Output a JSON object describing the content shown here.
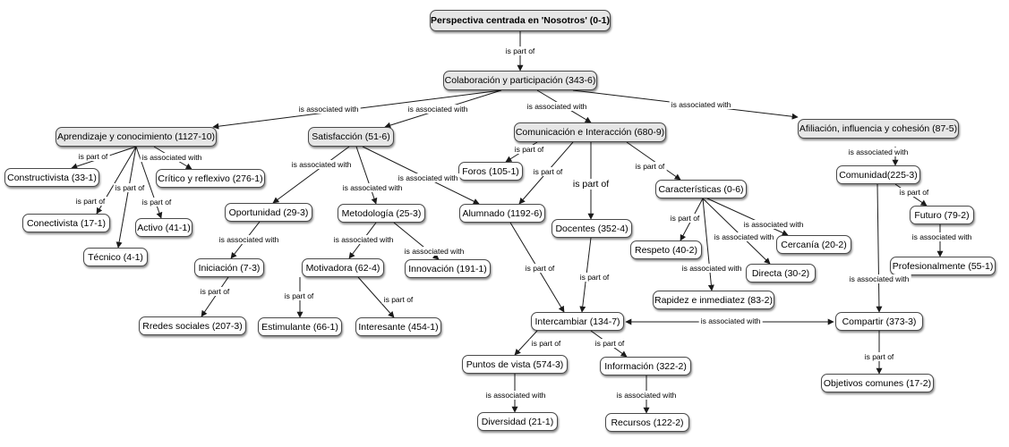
{
  "concepts": {
    "n0": {
      "label": "Perspectiva centrada en 'Nosotros' (0-1)"
    },
    "n1": {
      "label": "Colaboración y participación (343-6)"
    },
    "n2": {
      "label": "Aprendizaje y conocimiento (1127-10)"
    },
    "n3": {
      "label": "Satisfacción (51-6)"
    },
    "n4": {
      "label": "Comunicación e Interacción (680-9)"
    },
    "n5": {
      "label": "Afiliación, influencia y cohesión (87-5)"
    },
    "n6": {
      "label": "Constructivista (33-1)"
    },
    "n7": {
      "label": "Crítico y reflexivo (276-1)"
    },
    "n8": {
      "label": "Conectivista (17-1)"
    },
    "n9": {
      "label": "Activo (41-1)"
    },
    "n10": {
      "label": "Técnico (4-1)"
    },
    "n11": {
      "label": "Oportunidad (29-3)"
    },
    "n12": {
      "label": "Metodología (25-3)"
    },
    "n13": {
      "label": "Iniciación (7-3)"
    },
    "n14": {
      "label": "Motivadora (62-4)"
    },
    "n15": {
      "label": "Innovación (191-1)"
    },
    "n16": {
      "label": "Rredes sociales (207-3)"
    },
    "n17": {
      "label": "Estimulante (66-1)"
    },
    "n18": {
      "label": "Interesante (454-1)"
    },
    "n19": {
      "label": "Foros (105-1)"
    },
    "n20": {
      "label": "Alumnado (1192-6)"
    },
    "n21": {
      "label": "Docentes (352-4)"
    },
    "n22": {
      "label": "Características (0-6)"
    },
    "n23": {
      "label": "Respeto (40-2)"
    },
    "n24": {
      "label": "Cercanía (20-2)"
    },
    "n25": {
      "label": "Directa (30-2)"
    },
    "n26": {
      "label": "Rapidez e inmediatez (83-2)"
    },
    "n27": {
      "label": "Intercambiar (134-7)"
    },
    "n28": {
      "label": "Puntos de vista (574-3)"
    },
    "n29": {
      "label": "Información (322-2)"
    },
    "n30": {
      "label": "Diversidad (21-1)"
    },
    "n31": {
      "label": "Recursos (122-2)"
    },
    "n32": {
      "label": "Comunidad(225-3)"
    },
    "n33": {
      "label": "Futuro (79-2)"
    },
    "n34": {
      "label": "Profesionalmente (55-1)"
    },
    "n35": {
      "label": "Compartir (373-3)"
    },
    "n36": {
      "label": "Objetivos comunes (17-2)"
    }
  },
  "links": {
    "l0": {
      "label": "is part of"
    },
    "l1": {
      "label": "is associated with"
    },
    "l2": {
      "label": "is associated with"
    },
    "l3": {
      "label": "is associated with"
    },
    "l4": {
      "label": "is associated with"
    },
    "l5": {
      "label": "is part of"
    },
    "l6": {
      "label": "is part of"
    },
    "l7": {
      "label": "is part of"
    },
    "l8": {
      "label": "is part of"
    },
    "l9": {
      "label": "is associated with"
    },
    "l10": {
      "label": "is associated with"
    },
    "l11": {
      "label": "is associated with"
    },
    "l12": {
      "label": "is associated with"
    },
    "l13": {
      "label": "is associated with"
    },
    "l14": {
      "label": "is associated with"
    },
    "l15": {
      "label": "is associated with"
    },
    "l16": {
      "label": "is part of"
    },
    "l17": {
      "label": "is part of"
    },
    "l18": {
      "label": "is part of"
    },
    "l19": {
      "label": "is part of"
    },
    "l20": {
      "label": "is part of"
    },
    "l21": {
      "label": "is part of"
    },
    "l22": {
      "label": "is part of"
    },
    "l23": {
      "label": "is part of"
    },
    "l24": {
      "label": "is associated with"
    },
    "l25": {
      "label": "is associated with"
    },
    "l26": {
      "label": "is associated with"
    },
    "l27": {
      "label": "is part of"
    },
    "l28": {
      "label": "is part of"
    },
    "l29": {
      "label": "is part of"
    },
    "l30": {
      "label": "is part of"
    },
    "l31": {
      "label": "is associated with"
    },
    "l32": {
      "label": "is associated with"
    },
    "l33": {
      "label": "is associated with"
    },
    "l34": {
      "label": "is part of"
    }
  },
  "colors": {
    "line": "#1a1a1a",
    "node_border": "#4a4a4a",
    "node_grey": "#e6e6e6"
  }
}
